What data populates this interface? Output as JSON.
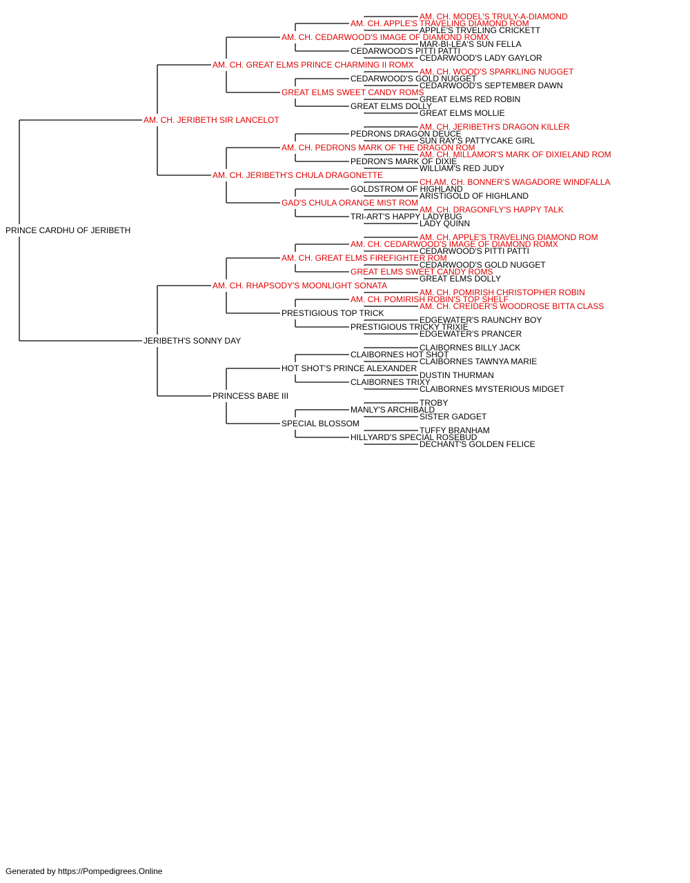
{
  "colors": {
    "champion": "#e00000",
    "normal": "#000000",
    "line": "#000000"
  },
  "pedigree": {
    "name": "PRINCE CARDHU OF JERIBETH",
    "champ": false,
    "sire": {
      "name": "AM. CH. JERIBETH SIR LANCELOT",
      "champ": true,
      "sire": {
        "name": "AM. CH. GREAT ELMS PRINCE CHARMING II ROMX",
        "champ": true,
        "sire": {
          "name": "AM. CH. CEDARWOOD'S IMAGE OF DIAMOND ROMX",
          "champ": true,
          "sire": {
            "name": "AM. CH. APPLE'S TRAVELING DIAMOND ROM",
            "champ": true,
            "sire": {
              "name": "AM. CH. MODEL'S TRULY-A-DIAMOND",
              "champ": true
            },
            "dam": {
              "name": "APPLE'S TRVELING CRICKETT",
              "champ": false
            }
          },
          "dam": {
            "name": "CEDARWOOD'S PITTI PATTI",
            "champ": false,
            "sire": {
              "name": "MAR-BI-LEA'S SUN FELLA",
              "champ": false
            },
            "dam": {
              "name": "CEDARWOOD'S LADY GAYLOR",
              "champ": false
            }
          }
        },
        "dam": {
          "name": "GREAT ELMS SWEET CANDY ROMS",
          "champ": true,
          "sire": {
            "name": "CEDARWOOD'S GOLD NUGGET",
            "champ": false,
            "sire": {
              "name": "AM. CH. WOOD'S SPARKLING NUGGET",
              "champ": true
            },
            "dam": {
              "name": "CEDARWOOD'S SEPTEMBER DAWN",
              "champ": false
            }
          },
          "dam": {
            "name": "GREAT ELMS DOLLY",
            "champ": false,
            "sire": {
              "name": "GREAT ELMS RED ROBIN",
              "champ": false
            },
            "dam": {
              "name": "GREAT ELMS MOLLIE",
              "champ": false
            }
          }
        }
      },
      "dam": {
        "name": "AM. CH. JERIBETH'S CHULA DRAGONETTE",
        "champ": true,
        "sire": {
          "name": "AM. CH. PEDRONS MARK OF THE DRAGON ROM",
          "champ": true,
          "sire": {
            "name": "PEDRONS DRAGON DEUCE",
            "champ": false,
            "sire": {
              "name": "AM. CH. JERIBETH'S DRAGON KILLER",
              "champ": true
            },
            "dam": {
              "name": "SUN RAY'S PATTYCAKE GIRL",
              "champ": false
            }
          },
          "dam": {
            "name": "PEDRON'S MARK OF DIXIE",
            "champ": false,
            "sire": {
              "name": "AM. CH. MILLAMOR'S MARK OF DIXIELAND ROM",
              "champ": true
            },
            "dam": {
              "name": "WILLIAM'S RED JUDY",
              "champ": false
            }
          }
        },
        "dam": {
          "name": "GAD'S CHULA ORANGE MIST ROM",
          "champ": true,
          "sire": {
            "name": "GOLDSTROM OF HIGHLAND",
            "champ": false,
            "sire": {
              "name": "CH.AM. CH. BONNER'S WAGADORE WINDFALLA",
              "champ": true
            },
            "dam": {
              "name": "ARISTIGOLD OF HIGHLAND",
              "champ": false
            }
          },
          "dam": {
            "name": "TRI-ART'S HAPPY LADYBUG",
            "champ": false,
            "sire": {
              "name": "AM. CH. DRAGONFLY'S HAPPY TALK",
              "champ": true
            },
            "dam": {
              "name": "LADY QUINN",
              "champ": false
            }
          }
        }
      }
    },
    "dam": {
      "name": "JERIBETH'S SONNY DAY",
      "champ": false,
      "sire": {
        "name": "AM. CH. RHAPSODY'S MOONLIGHT SONATA",
        "champ": true,
        "sire": {
          "name": "AM. CH. GREAT ELMS FIREFIGHTER ROM",
          "champ": true,
          "sire": {
            "name": "AM. CH. CEDARWOOD'S IMAGE OF DIAMOND ROMX",
            "champ": true,
            "sire": {
              "name": "AM. CH. APPLE'S TRAVELING DIAMOND ROM",
              "champ": true
            },
            "dam": {
              "name": "CEDARWOOD'S PITTI PATTI",
              "champ": false
            }
          },
          "dam": {
            "name": "GREAT ELMS SWEET CANDY ROMS",
            "champ": true,
            "sire": {
              "name": "CEDARWOOD'S GOLD NUGGET",
              "champ": false
            },
            "dam": {
              "name": "GREAT ELMS DOLLY",
              "champ": false
            }
          }
        },
        "dam": {
          "name": "PRESTIGIOUS TOP TRICK",
          "champ": false,
          "sire": {
            "name": "AM. CH. POMIRISH ROBIN'S TOP SHELF",
            "champ": true,
            "sire": {
              "name": "AM. CH. POMIRISH CHRISTOPHER ROBIN",
              "champ": true
            },
            "dam": {
              "name": "AM. CH. CREIDER'S WOODROSE BITTA CLASS",
              "champ": true
            }
          },
          "dam": {
            "name": "PRESTIGIOUS TRICKY TRIXIE",
            "champ": false,
            "sire": {
              "name": "EDGEWATER'S RAUNCHY BOY",
              "champ": false
            },
            "dam": {
              "name": "EDGEWATER'S PRANCER",
              "champ": false
            }
          }
        }
      },
      "dam": {
        "name": "PRINCESS BABE III",
        "champ": false,
        "sire": {
          "name": "HOT SHOT'S PRINCE ALEXANDER",
          "champ": false,
          "sire": {
            "name": "CLAIBORNES HOT SHOT",
            "champ": false,
            "sire": {
              "name": "CLAIBORNES BILLY JACK",
              "champ": false
            },
            "dam": {
              "name": "CLAIBORNES TAWNYA MARIE",
              "champ": false
            }
          },
          "dam": {
            "name": "CLAIBORNES TRIXY",
            "champ": false,
            "sire": {
              "name": "DUSTIN THURMAN",
              "champ": false
            },
            "dam": {
              "name": "CLAIBORNES MYSTERIOUS MIDGET",
              "champ": false
            }
          }
        },
        "dam": {
          "name": "SPECIAL BLOSSOM",
          "champ": false,
          "sire": {
            "name": "MANLY'S ARCHIBALD",
            "champ": false,
            "sire": {
              "name": "TROBY",
              "champ": false
            },
            "dam": {
              "name": "SISTER GADGET",
              "champ": false
            }
          },
          "dam": {
            "name": "HILLYARD'S SPECIAL ROSEBUD",
            "champ": false,
            "sire": {
              "name": "TUFFY BRANHAM",
              "champ": false
            },
            "dam": {
              "name": "DECHANT'S GOLDEN FELICE",
              "champ": false
            }
          }
        }
      }
    }
  },
  "footer": "Generated by https://Pompedigrees.Online"
}
